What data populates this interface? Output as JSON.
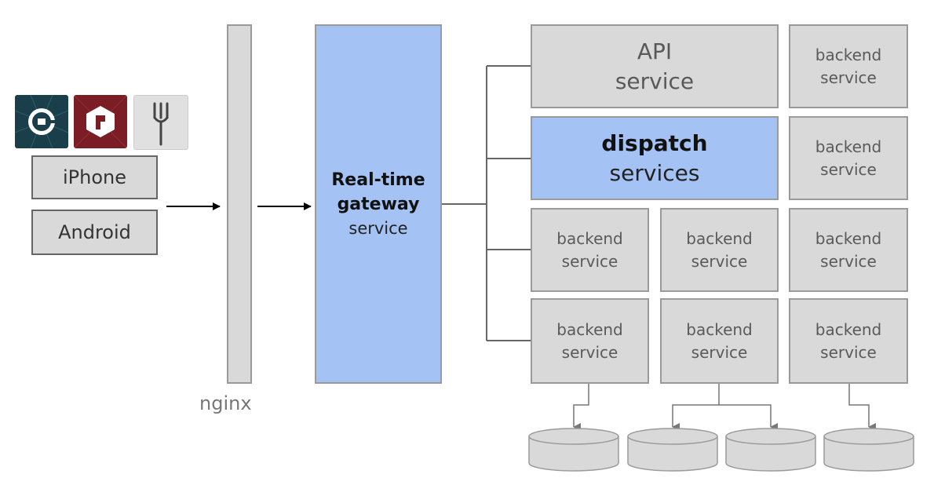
{
  "apps": {
    "icons": [
      "uber-app-icon",
      "ubereats-app-icon",
      "fork-app-icon"
    ],
    "colors": {
      "uber": "#1a3f4a",
      "ubereats": "#7b1d24",
      "fork": "#e0e0e0"
    }
  },
  "clients": {
    "iphone": "iPhone",
    "android": "Android"
  },
  "nginx": {
    "label": "nginx"
  },
  "gateway": {
    "line1": "Real-time",
    "line2": "gateway",
    "line3": "service"
  },
  "api": {
    "line1": "API",
    "line2": "service"
  },
  "dispatch": {
    "line1": "dispatch",
    "line2": "services"
  },
  "backend": {
    "line1": "backend",
    "line2": "service"
  },
  "colors": {
    "blue": "#a4c2f4",
    "gray": "#d9d9d9",
    "border": "#9a9a9a"
  }
}
